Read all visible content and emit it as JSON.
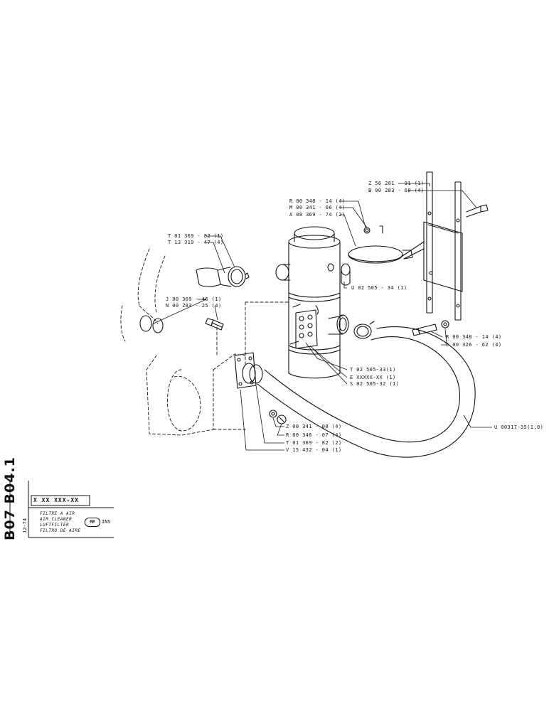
{
  "title_block": {
    "sheet_code": "B07 B04.1",
    "date": "12-74",
    "part_number": "X XX XXX-XX",
    "descriptions": [
      "FILTRE A AIR",
      "AIR CLEANER",
      "LUFTFILTER",
      "FILTRO DE AIRE"
    ],
    "badge": "MP",
    "badge_suffix": "INS"
  },
  "callouts": [
    "Z 56 281 - 91 (1)",
    "B 00 283 - 60 (4)",
    "R 00 348 - 14 (4)",
    "M 00 341 - 66 (4)",
    "A 08 369 - 74 (2)",
    "T 01 369 - 82 (1)",
    "T 13 319 - 47 (4)",
    "U 02 505 - 34 (1)",
    "J 00 369 - 46 (1)",
    "N 00 283 - 25 (4)",
    "R 00 348 - 14 (4)",
    "C 00 326 - 62 (4)",
    "T 02 505-33(1)",
    "E XXXXX-XX (1)",
    "S 02 505-32 (1)",
    "U 00317-35(1,0)",
    "Z 00 341 - 08 (4)",
    "R 00 346 - 07 (4)",
    "T 01 369 - 82 (2)",
    "V 15 432 - 04 (1)"
  ]
}
